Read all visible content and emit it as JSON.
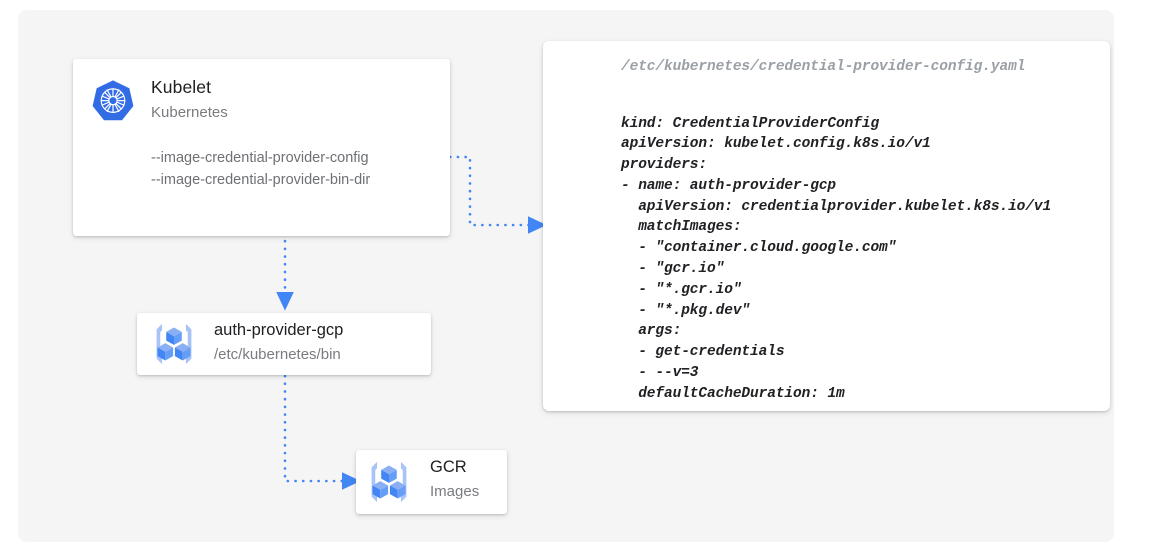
{
  "theme": {
    "page_bg": "#ffffff",
    "panel_bg": "#f5f5f5",
    "card_bg": "#ffffff",
    "accent_blue": "#4285f4",
    "k8s_blue": "#326ce5",
    "text_primary": "#202124",
    "text_secondary": "#7a7c80",
    "yaml_path_color": "#9aa0a6",
    "connector_color": "#4285f4"
  },
  "kubelet_card": {
    "icon": "kubernetes-logo-icon",
    "title": "Kubelet",
    "subtitle": "Kubernetes",
    "flags": [
      "--image-credential-provider-config",
      "--image-credential-provider-bin-dir"
    ]
  },
  "auth_provider_card": {
    "icon": "gcp-container-registry-icon",
    "title": "auth-provider-gcp",
    "subtitle": "/etc/kubernetes/bin"
  },
  "gcr_card": {
    "icon": "gcp-container-registry-icon",
    "title": "GCR",
    "subtitle": "Images"
  },
  "yaml_card": {
    "path": "/etc/kubernetes/credential-provider-config.yaml",
    "content": "kind: CredentialProviderConfig\napiVersion: kubelet.config.k8s.io/v1\nproviders:\n- name: auth-provider-gcp\n  apiVersion: credentialprovider.kubelet.k8s.io/v1\n  matchImages:\n  - \"container.cloud.google.com\"\n  - \"gcr.io\"\n  - \"*.gcr.io\"\n  - \"*.pkg.dev\"\n  args:\n  - get-credentials\n  - --v=3\n  defaultCacheDuration: 1m"
  },
  "connectors": [
    {
      "name": "kubelet-to-yaml-config",
      "from": "kubelet-card",
      "to": "yaml-card",
      "style": "dotted",
      "arrow": "end"
    },
    {
      "name": "kubelet-to-auth-provider",
      "from": "kubelet-card",
      "to": "auth-provider-card",
      "style": "dotted",
      "arrow": "end"
    },
    {
      "name": "auth-provider-to-gcr",
      "from": "auth-provider-card",
      "to": "gcr-card",
      "style": "dotted",
      "arrow": "end"
    }
  ]
}
